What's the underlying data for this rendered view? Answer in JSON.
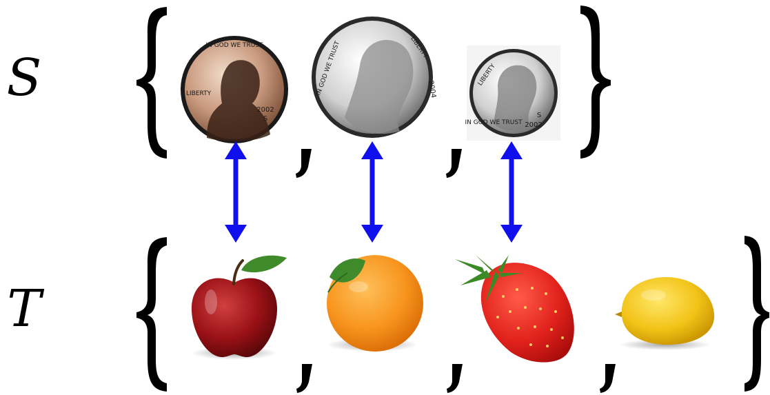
{
  "set_s": {
    "label": "S",
    "items": [
      {
        "kind": "coin",
        "name": "penny",
        "icon": "penny-coin-icon",
        "legend": "IN GOD WE TRUST",
        "liberty": "LIBERTY",
        "year": "2002",
        "mint": "S"
      },
      {
        "kind": "coin",
        "name": "nickel",
        "icon": "nickel-coin-icon",
        "legend": "IN GOD WE TRUST",
        "liberty": "LIBERTY",
        "year": "2004"
      },
      {
        "kind": "coin",
        "name": "dime",
        "icon": "dime-coin-icon",
        "legend": "IN GOD WE TRUST",
        "liberty": "LIBERTY",
        "year": "2002",
        "mint": "S"
      }
    ]
  },
  "set_t": {
    "label": "T",
    "items": [
      {
        "kind": "fruit",
        "name": "apple",
        "icon": "apple-icon"
      },
      {
        "kind": "fruit",
        "name": "orange",
        "icon": "orange-icon"
      },
      {
        "kind": "fruit",
        "name": "strawberry",
        "icon": "strawberry-icon"
      },
      {
        "kind": "fruit",
        "name": "lemon",
        "icon": "lemon-icon"
      }
    ]
  },
  "mapping": [
    {
      "from": "penny",
      "to": "apple"
    },
    {
      "from": "nickel",
      "to": "orange"
    },
    {
      "from": "dime",
      "to": "strawberry"
    }
  ],
  "colors": {
    "arrow": "#1010ee",
    "bracket": "#000000"
  }
}
